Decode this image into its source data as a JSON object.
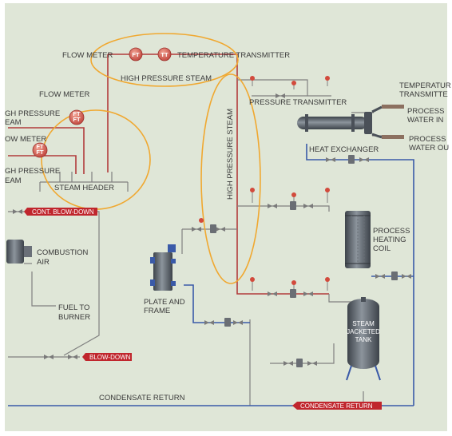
{
  "labels": {
    "flow_meter_top": "FLOW METER",
    "temperature_transmitter_top": "TEMPERATURE TRANSMITTER",
    "high_pressure_steam_top": "HIGH PRESSURE STEAM",
    "flow_meter_left": "FLOW METER",
    "high_pressure_steam_left_1a": "GH PRESSURE",
    "high_pressure_steam_left_1b": "EAM",
    "flow_meter_left_2": "OW METER",
    "high_pressure_steam_left_2a": "GH PRESSURE",
    "high_pressure_steam_left_2b": "EAM",
    "steam_header": "STEAM HEADER",
    "cont_blow_down": "CONT. BLOW-DOWN",
    "combustion_air_1": "COMBUSTION",
    "combustion_air_2": "AIR",
    "fuel_to_burner_1": "FUEL TO",
    "fuel_to_burner_2": "BURNER",
    "blow_down": "BLOW-DOWN",
    "condensate_return_left": "CONDENSATE RETURN",
    "condensate_return_tag": "CONDENSATE RETURN",
    "high_pressure_steam_vertical": "HIGH PRESSURE STEAM",
    "pressure_transmitter": "PRESSURE TRANSMITTER",
    "temperature_transmitter_right_1": "TEMPERATUR",
    "temperature_transmitter_right_2": "TRANSMITTE",
    "process_water_in_1": "PROCESS",
    "process_water_in_2": "WATER IN",
    "process_water_out_1": "PROCESS",
    "process_water_out_2": "WATER OU",
    "heat_exchanger": "HEAT EXCHANGER",
    "process_heating_coil_1": "PROCESS",
    "process_heating_coil_2": "HEATING",
    "process_heating_coil_3": "COIL",
    "plate_and_frame_1": "PLATE AND",
    "plate_and_frame_2": "FRAME",
    "steam_jacketed_tank_1": "STEAM",
    "steam_jacketed_tank_2": "JACKETED",
    "steam_jacketed_tank_3": "TANK"
  },
  "instruments": {
    "ft_top": "FT",
    "tt_top": "TT",
    "ft_left_1a": "FT",
    "ft_left_1b": "FT",
    "ft_left_2a": "FT",
    "ft_left_2b": "FT"
  },
  "colors": {
    "background": "#dfe6d7",
    "frame": "#ffffff",
    "steam_line": "#b23b3b",
    "return_line": "#3a5aa8",
    "utility_line": "#707070",
    "highlight": "#f0a830",
    "equipment": "#5a6068",
    "tag_red": "#c0262d"
  },
  "icons": [
    "flow-meter-icon",
    "temperature-transmitter-icon",
    "valve-icon",
    "steam-trap-icon",
    "pressure-gauge-icon"
  ]
}
